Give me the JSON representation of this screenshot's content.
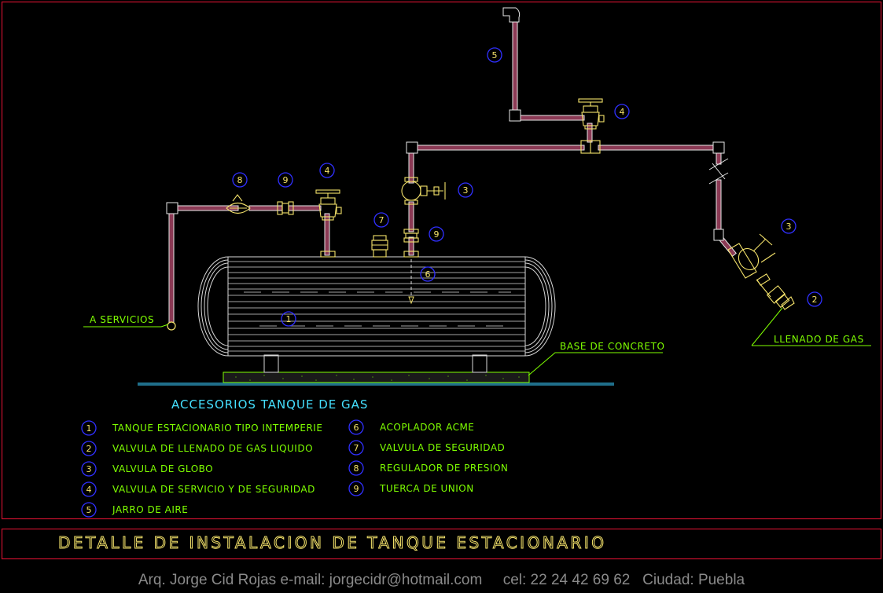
{
  "colors": {
    "frame": "#c8102e",
    "pipe": "#8b3a55",
    "pipe_edge": "#e8e8e8",
    "tank": "#d8d8d8",
    "fitting": "#f5e36b",
    "text_green": "#7fff00",
    "title_cyan": "#45e0ff",
    "circle_blue": "#3030ff",
    "num_yellow": "#f5e36b",
    "ground": "#1f6f8b",
    "title_yellow": "#f5e36b",
    "credit_gray": "#8a8a8a"
  },
  "callouts": {
    "c5": "5",
    "c4_top": "4",
    "c3_mid": "3",
    "c3_right": "3",
    "c2": "2",
    "c8": "8",
    "c9_left": "9",
    "c4_left": "4",
    "c7": "7",
    "c9_mid": "9",
    "c6": "6",
    "c1": "1"
  },
  "labels": {
    "a_servicios": "A SERVICIOS",
    "base_concreto": "BASE DE CONCRETO",
    "llenado_gas": "LLENADO DE GAS"
  },
  "legend": {
    "title": "ACCESORIOS TANQUE DE GAS",
    "left": [
      {
        "n": "1",
        "text": "TANQUE ESTACIONARIO TIPO INTEMPERIE"
      },
      {
        "n": "2",
        "text": "VALVULA DE LLENADO DE GAS LIQUIDO"
      },
      {
        "n": "3",
        "text": "VALVULA DE GLOBO"
      },
      {
        "n": "4",
        "text": "VALVULA DE SERVICIO Y DE SEGURIDAD"
      },
      {
        "n": "5",
        "text": "JARRO DE AIRE"
      }
    ],
    "right": [
      {
        "n": "6",
        "text": "ACOPLADOR ACME"
      },
      {
        "n": "7",
        "text": "VALVULA DE SEGURIDAD"
      },
      {
        "n": "8",
        "text": "REGULADOR DE PRESION"
      },
      {
        "n": "9",
        "text": "TUERCA DE UNION"
      }
    ]
  },
  "title_block": {
    "title": "DETALLE DE INSTALACION DE TANQUE ESTACIONARIO"
  },
  "credit": {
    "text": "Arq. Jorge Cid Rojas e-mail: jorgecidr@hotmail.com     cel: 22 24 42 69 62   Ciudad: Puebla"
  }
}
